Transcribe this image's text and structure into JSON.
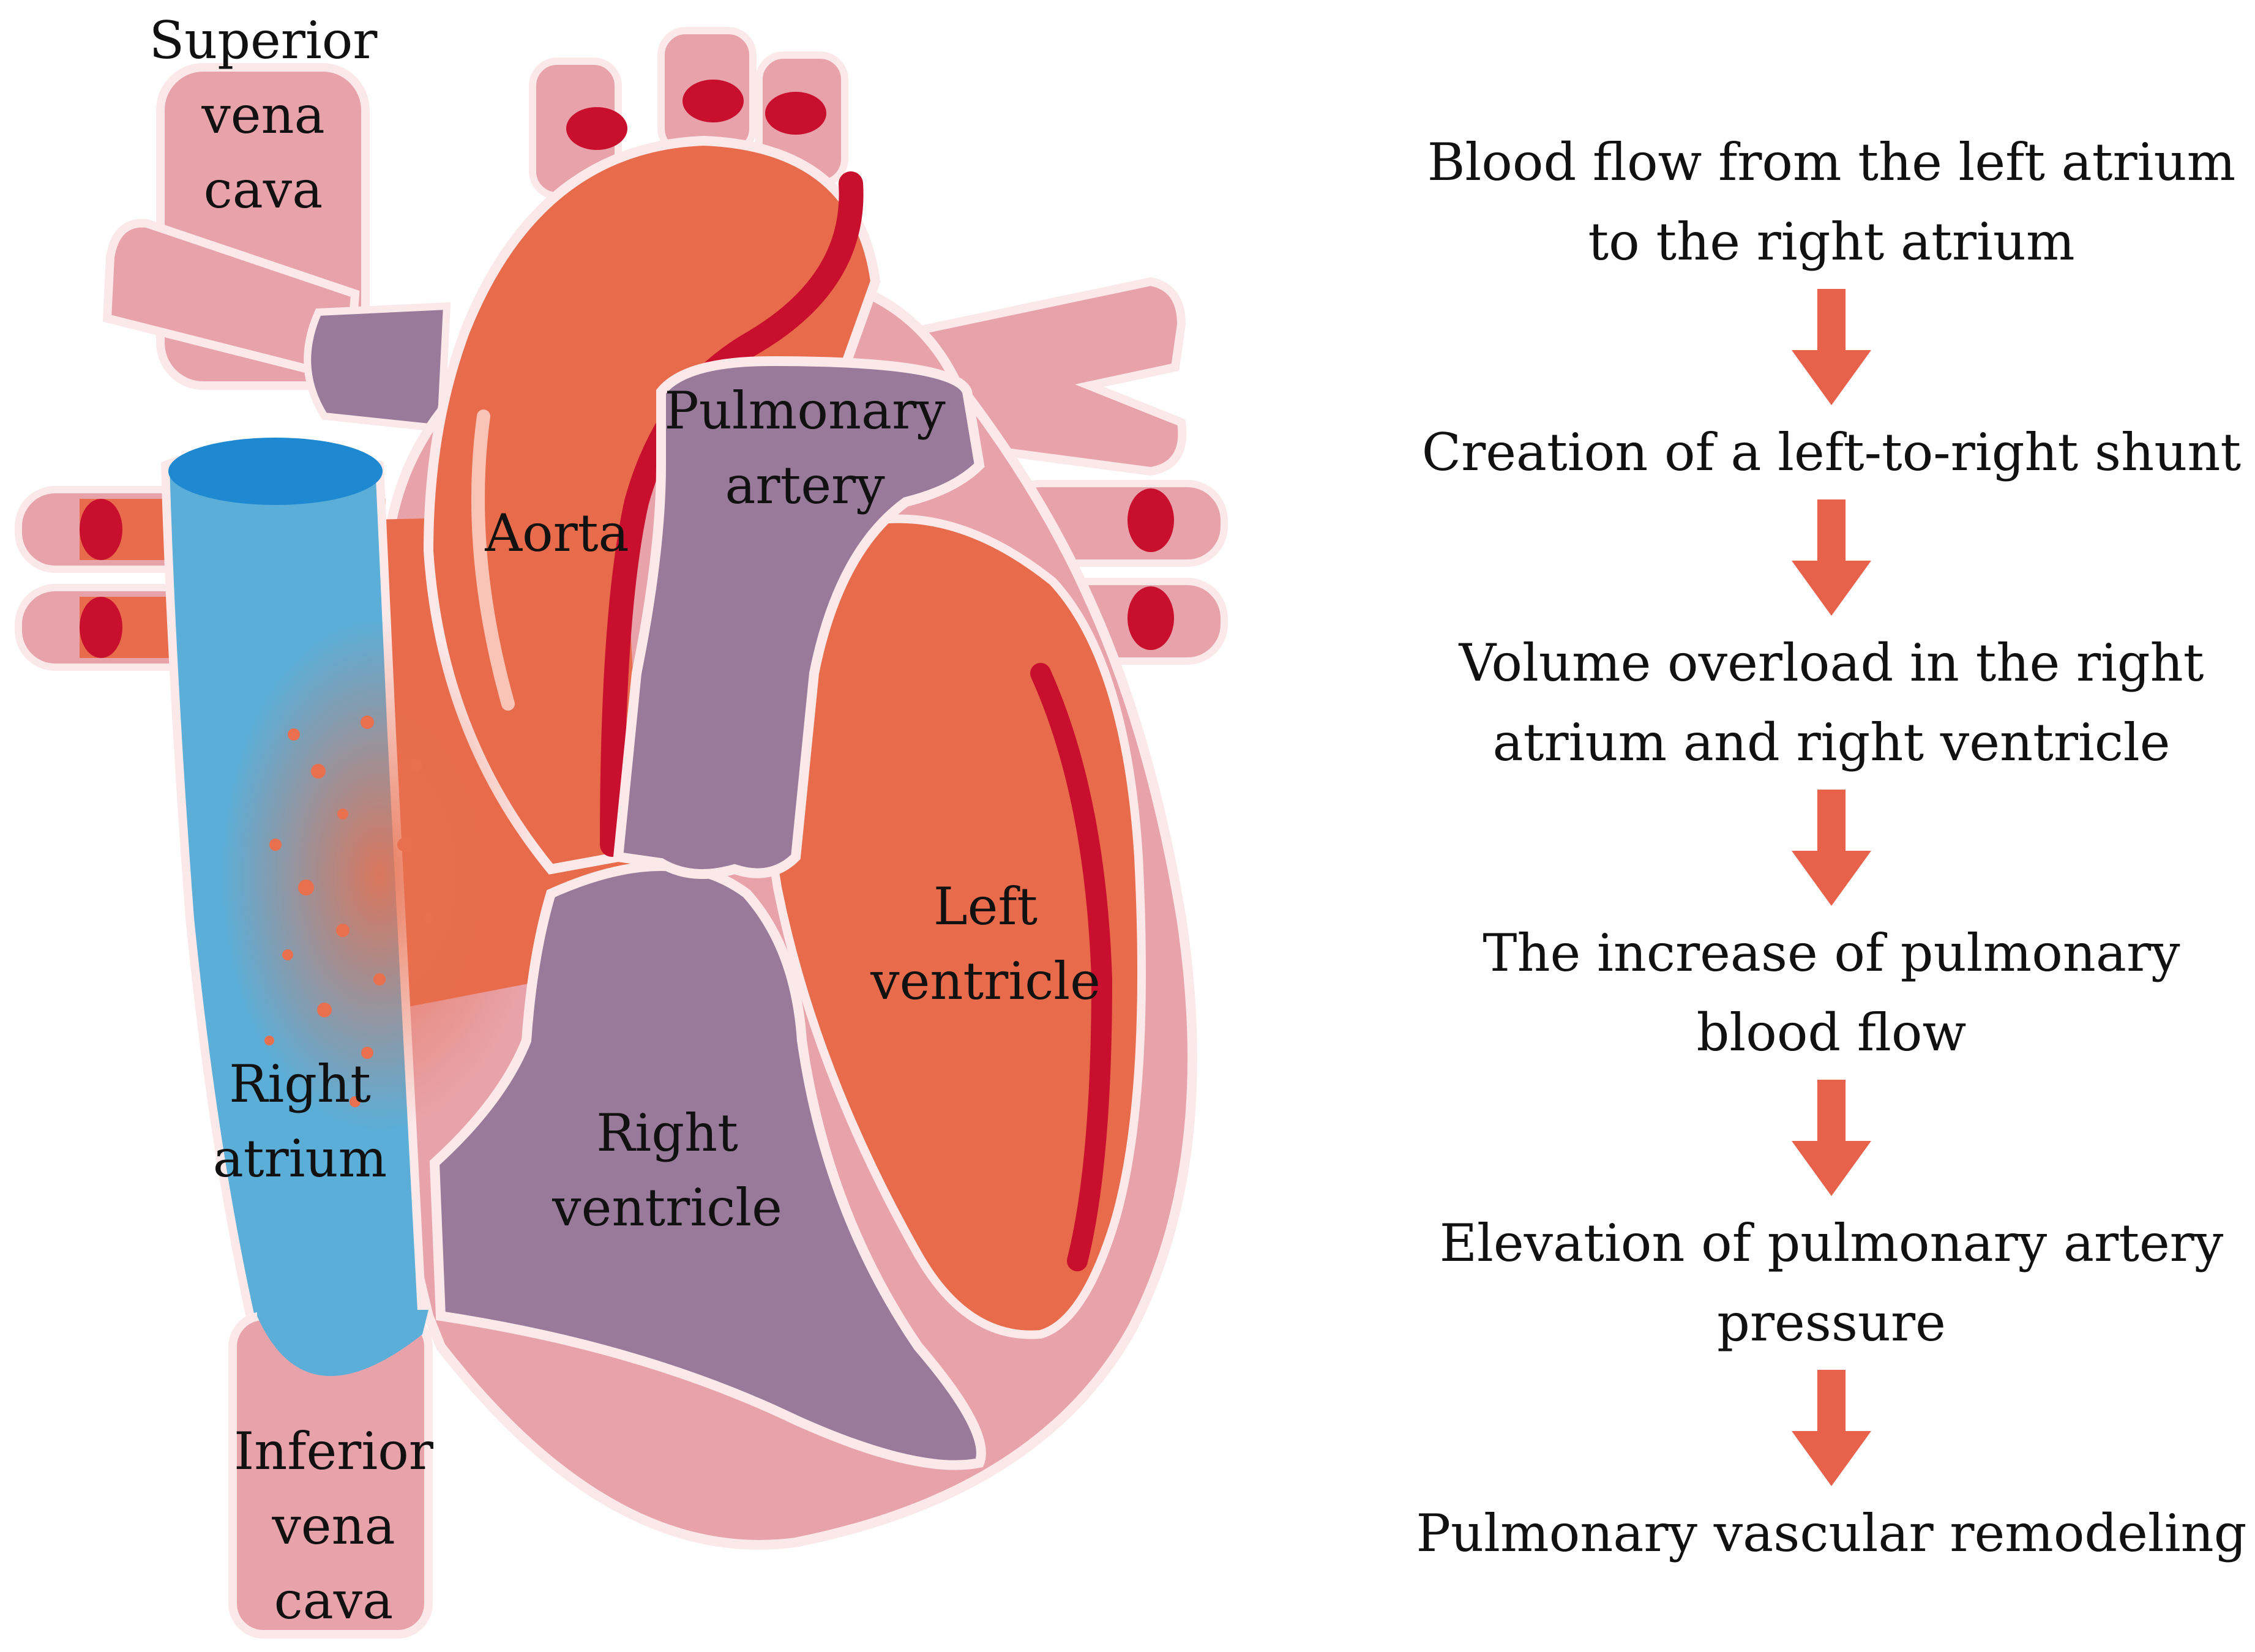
{
  "labels": {
    "superior_vena_cava": [
      "Superior",
      "vena",
      "cava"
    ],
    "aorta": [
      "Aorta"
    ],
    "pulmonary_artery": [
      "Pulmonary",
      "artery"
    ],
    "left_ventricle": [
      "Left",
      "ventricle"
    ],
    "right_atrium": [
      "Right",
      "atrium"
    ],
    "right_ventricle": [
      "Right",
      "ventricle"
    ],
    "inferior_vena_cava": [
      "Inferior",
      "vena",
      "cava"
    ]
  },
  "flow_steps": [
    [
      "Blood flow from the left atrium",
      "to the right atrium"
    ],
    [
      "Creation of a left-to-right shunt"
    ],
    [
      "Volume overload in the right",
      "atrium and right ventricle"
    ],
    [
      "The increase of pulmonary",
      "blood flow"
    ],
    [
      "Elevation of pulmonary artery",
      "pressure"
    ],
    [
      "Pulmonary vascular remodeling"
    ]
  ],
  "colors": {
    "pink": "#e8a3aa",
    "pink_dark": "#d98b93",
    "outline": "#fbe9ea",
    "red": "#e86b4b",
    "dark_red": "#c8102e",
    "purple": "#9a7a9a",
    "blue": "#5aaed8",
    "blue_dark": "#1e88d0",
    "arrow": "#e8614a"
  }
}
